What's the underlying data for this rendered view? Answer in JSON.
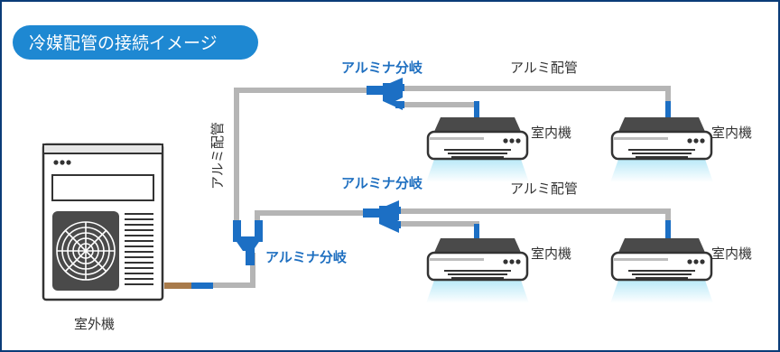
{
  "title": "冷媒配管の接続イメージ",
  "outdoor_unit_label": "室外機",
  "indoor_unit_label": "室内機",
  "branch_label": "アルミナ分岐",
  "pipe_label": "アルミ配管",
  "colors": {
    "title_bg": "#1e88d2",
    "pipe": "#b5b5b5",
    "branch_fitting": "#1c6fc4",
    "copper": "#a87a4a",
    "airflow": "#9ee0f5",
    "frame": "#0a3c78"
  }
}
